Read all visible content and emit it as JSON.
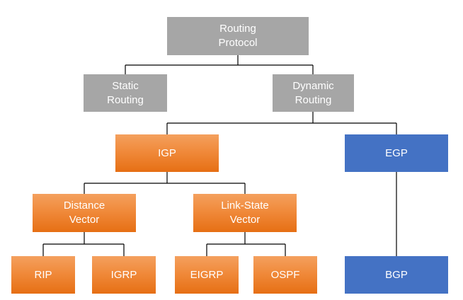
{
  "diagram": {
    "nodes": {
      "routing_protocol": "Routing\nProtocol",
      "static_routing": "Static\nRouting",
      "dynamic_routing": "Dynamic\nRouting",
      "igp": "IGP",
      "egp": "EGP",
      "distance_vector": "Distance\nVector",
      "link_state_vector": "Link-State\nVector",
      "rip": "RIP",
      "igrp": "IGRP",
      "eigrp": "EIGRP",
      "ospf": "OSPF",
      "bgp": "BGP"
    },
    "colors": {
      "gray": "#a6a6a6",
      "orange": "#f08a3b",
      "blue": "#4472c4",
      "connector": "#000000"
    },
    "edges": [
      [
        "routing_protocol",
        "static_routing"
      ],
      [
        "routing_protocol",
        "dynamic_routing"
      ],
      [
        "dynamic_routing",
        "igp"
      ],
      [
        "dynamic_routing",
        "egp"
      ],
      [
        "igp",
        "distance_vector"
      ],
      [
        "igp",
        "link_state_vector"
      ],
      [
        "distance_vector",
        "rip"
      ],
      [
        "distance_vector",
        "igrp"
      ],
      [
        "link_state_vector",
        "eigrp"
      ],
      [
        "link_state_vector",
        "ospf"
      ],
      [
        "egp",
        "bgp"
      ]
    ]
  }
}
